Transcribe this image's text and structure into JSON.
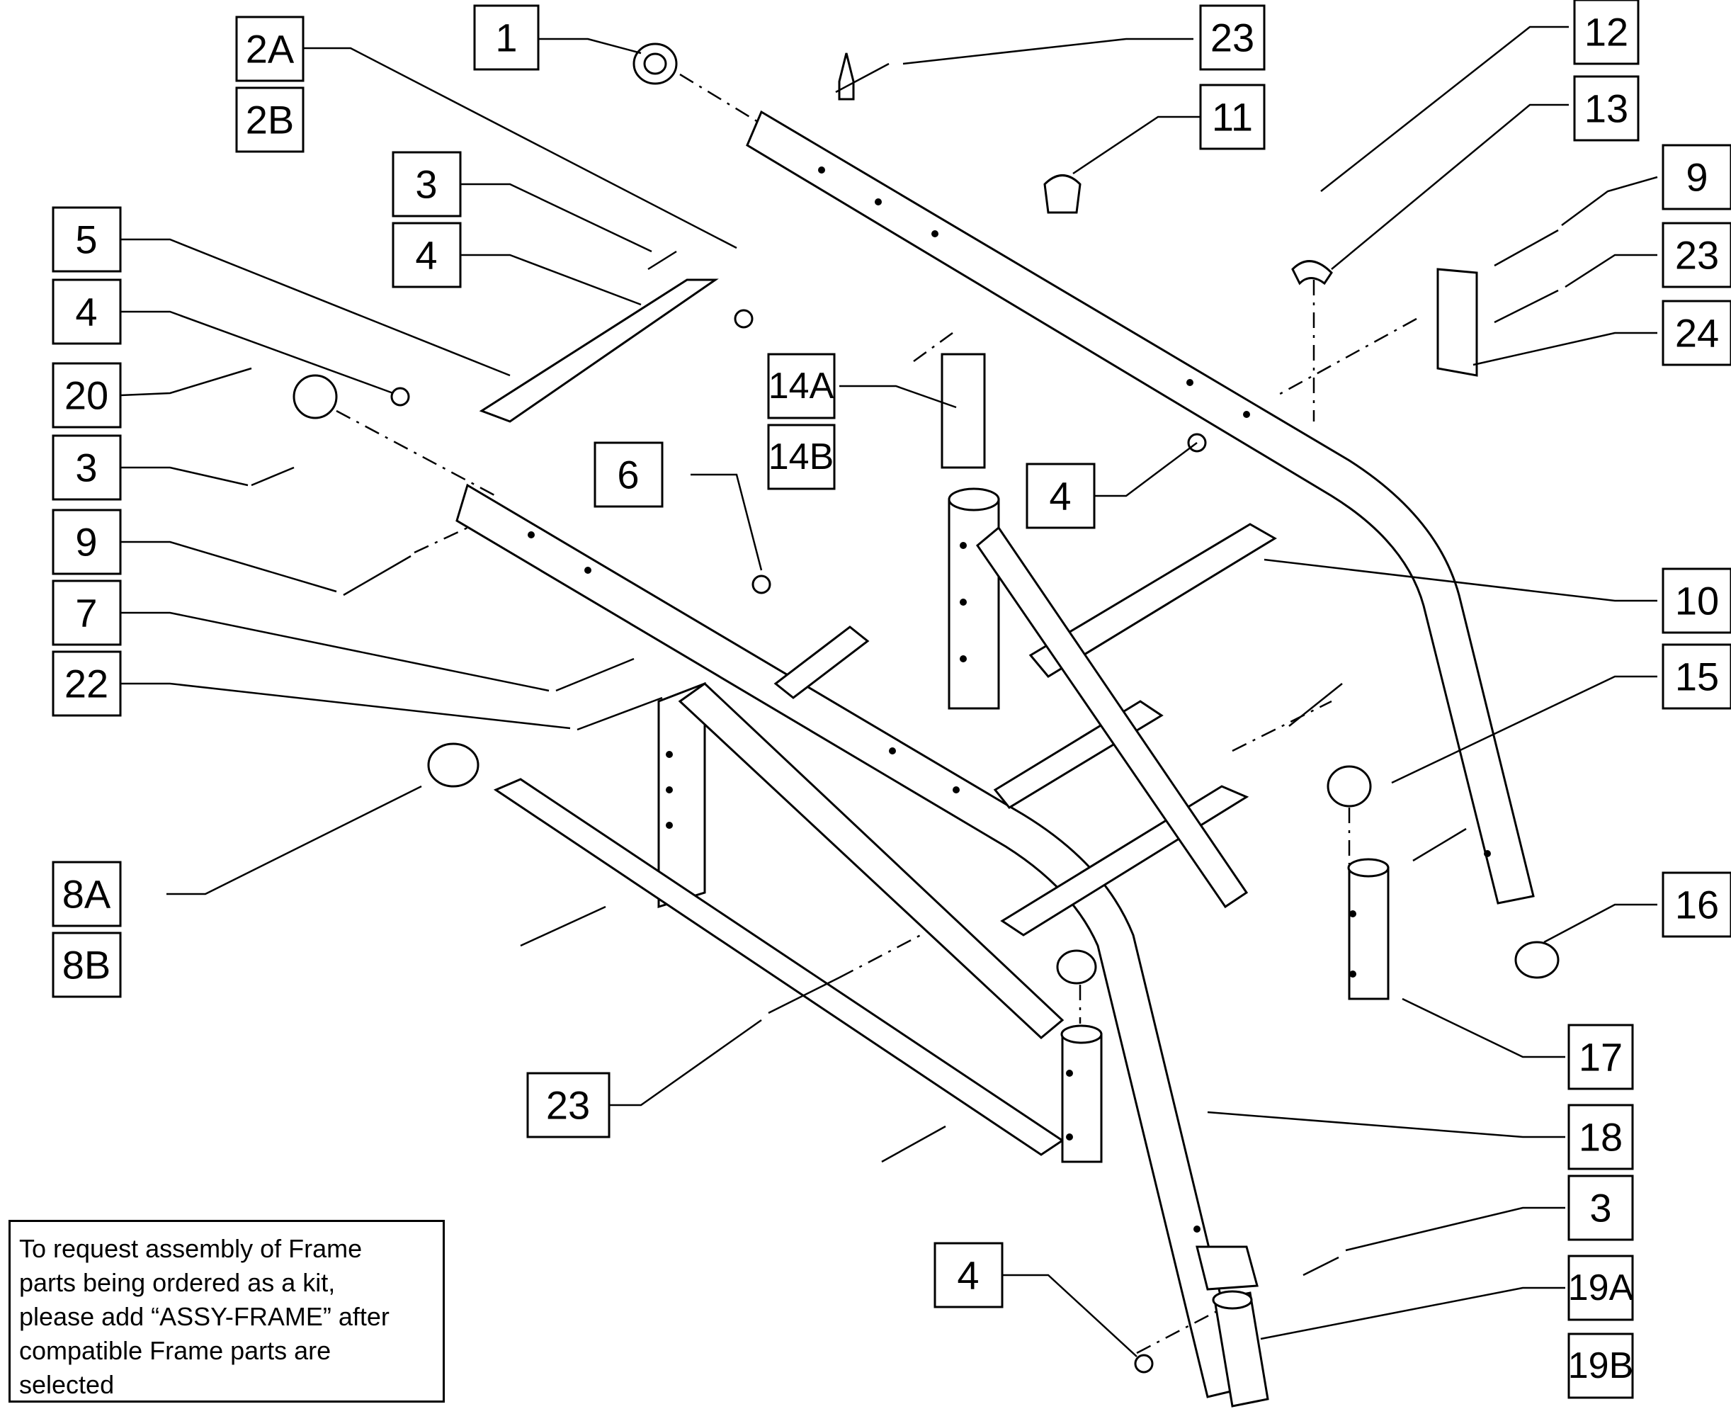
{
  "callouts": [
    {
      "id": "c1",
      "label": "1"
    },
    {
      "id": "c2a",
      "label": "2A"
    },
    {
      "id": "c2b",
      "label": "2B"
    },
    {
      "id": "c23a",
      "label": "23"
    },
    {
      "id": "c12",
      "label": "12"
    },
    {
      "id": "c11",
      "label": "11"
    },
    {
      "id": "c13",
      "label": "13"
    },
    {
      "id": "c3a",
      "label": "3"
    },
    {
      "id": "c4a",
      "label": "4"
    },
    {
      "id": "c5",
      "label": "5"
    },
    {
      "id": "c9a",
      "label": "9"
    },
    {
      "id": "c23b",
      "label": "23"
    },
    {
      "id": "c4b",
      "label": "4"
    },
    {
      "id": "c24",
      "label": "24"
    },
    {
      "id": "c20",
      "label": "20"
    },
    {
      "id": "c14a",
      "label": "14A"
    },
    {
      "id": "c14b",
      "label": "14B"
    },
    {
      "id": "c3b",
      "label": "3"
    },
    {
      "id": "c6",
      "label": "6"
    },
    {
      "id": "c4c",
      "label": "4"
    },
    {
      "id": "c9b",
      "label": "9"
    },
    {
      "id": "c10",
      "label": "10"
    },
    {
      "id": "c7",
      "label": "7"
    },
    {
      "id": "c22",
      "label": "22"
    },
    {
      "id": "c15",
      "label": "15"
    },
    {
      "id": "c8a",
      "label": "8A"
    },
    {
      "id": "c8b",
      "label": "8B"
    },
    {
      "id": "c16",
      "label": "16"
    },
    {
      "id": "c17",
      "label": "17"
    },
    {
      "id": "c23c",
      "label": "23"
    },
    {
      "id": "c18",
      "label": "18"
    },
    {
      "id": "c3c",
      "label": "3"
    },
    {
      "id": "c4d",
      "label": "4"
    },
    {
      "id": "c19a",
      "label": "19A"
    },
    {
      "id": "c19b",
      "label": "19B"
    }
  ],
  "note": "To request assembly of Frame\nparts being ordered as a kit,\nplease add “ASSY-FRAME” after\ncompatible Frame parts are\nselected"
}
